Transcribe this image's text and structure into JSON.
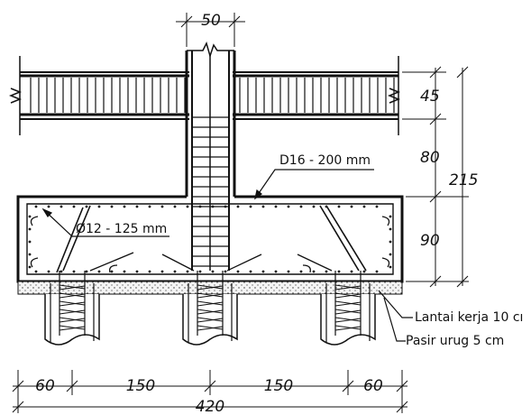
{
  "dimensions": {
    "column_width": "50",
    "beam_height": "45",
    "upper_gap": "80",
    "total_height": "215",
    "footing_thickness": "90",
    "edge_left": "60",
    "span_left": "150",
    "span_right": "150",
    "edge_right": "60",
    "total_width": "420"
  },
  "labels": {
    "top_rebar": "D16 - 200 mm",
    "side_rebar": "Ø12 - 125 mm",
    "lean_concrete": "Lantai kerja 10 cı",
    "sand_fill": "Pasir urug 5 cm"
  }
}
